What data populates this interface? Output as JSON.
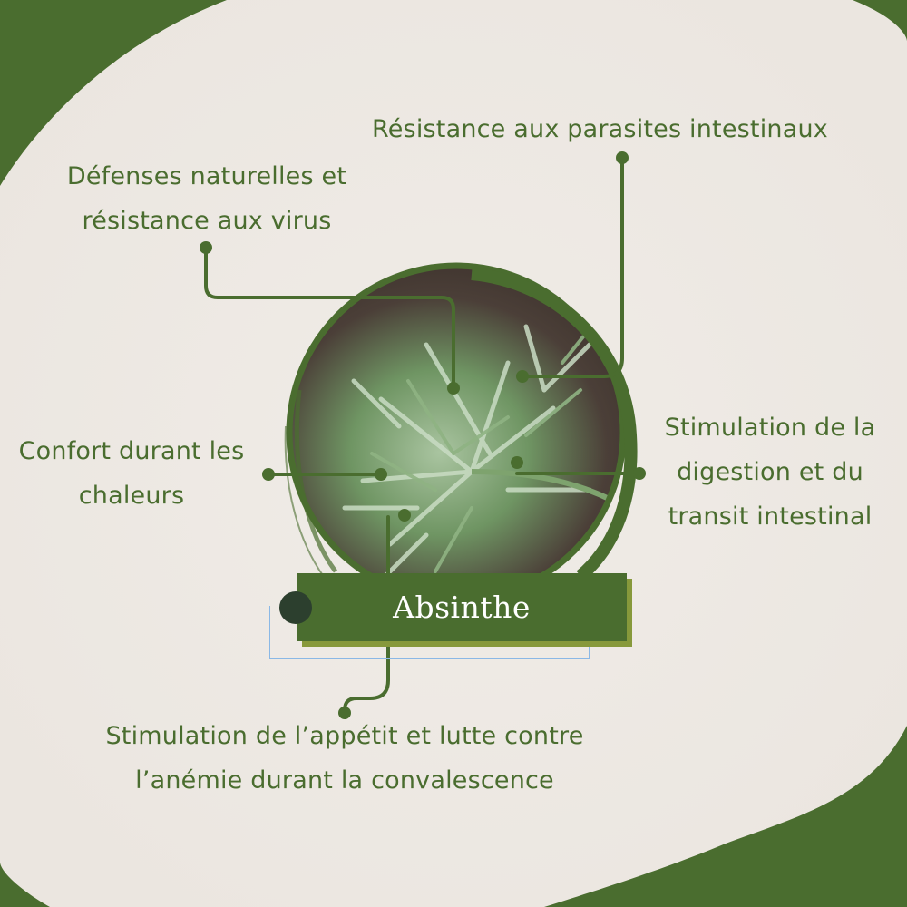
{
  "colors": {
    "background_green": "#4a6d2f",
    "paper": "#efebe6",
    "text_green": "#4a6d2f",
    "shadow_olive": "#87993b",
    "dot_dark": "#2c3f2e",
    "title_text": "#ffffff"
  },
  "title": {
    "label": "Absinthe"
  },
  "image": {
    "subject": "absinthe-plant-photo",
    "frame": "brush-stroke-circle"
  },
  "benefits": {
    "top_right": {
      "line1": "Résistance aux parasites intestinaux"
    },
    "top_left": {
      "line1": "Défenses naturelles et",
      "line2": "résistance aux virus"
    },
    "left": {
      "line1": "Confort durant les",
      "line2": "chaleurs"
    },
    "right": {
      "line1": "Stimulation de la",
      "line2": "digestion et du",
      "line3": "transit intestinal"
    },
    "bottom": {
      "line1": "Stimulation de l’appétit et lutte contre",
      "line2": "l’anémie durant la convalescence"
    }
  }
}
